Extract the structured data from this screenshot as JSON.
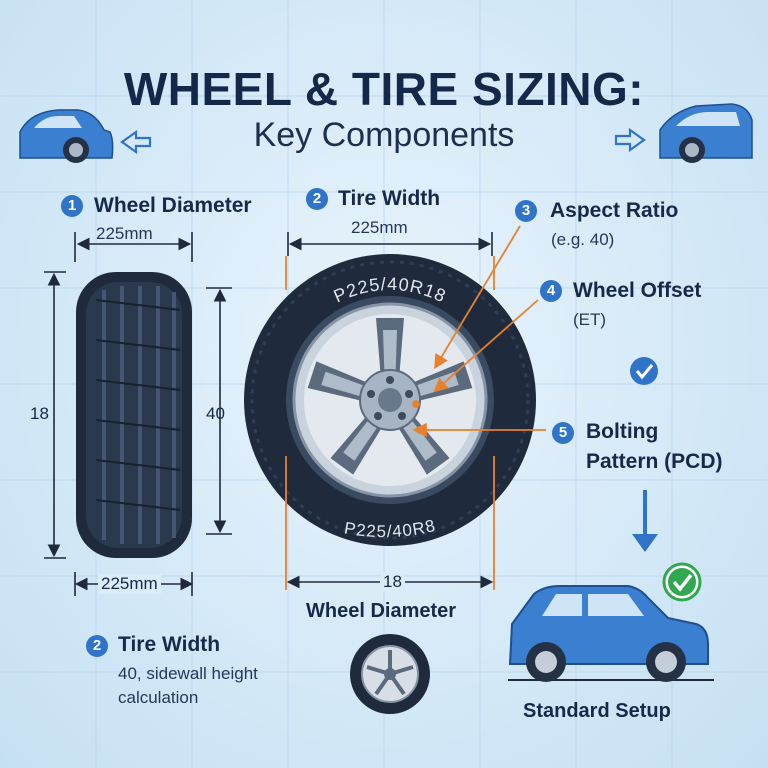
{
  "title": "WHEEL & TIRE SIZING:",
  "subtitle": "Key Components",
  "components": [
    {
      "num": "1",
      "label": "Wheel Diameter",
      "value": "225mm"
    },
    {
      "num": "2",
      "label": "Tire Width",
      "value": "225mm"
    },
    {
      "num": "3",
      "label": "Aspect Ratio",
      "value": "(e.g. 40)"
    },
    {
      "num": "4",
      "label": "Wheel Offset",
      "value": "(ET)"
    },
    {
      "num": "5",
      "label": "Bolting",
      "label2": "Pattern (PCD)"
    }
  ],
  "side_view": {
    "height_left": "18",
    "height_right": "40",
    "bottom_width": "225mm"
  },
  "tire_markings": {
    "top": "P225/40R18",
    "bottom": "P225/40R8"
  },
  "front_view": {
    "diameter_value": "18",
    "diameter_label": "Wheel Diameter"
  },
  "bottom_note": {
    "num": "2",
    "label": "Tire Width",
    "line1": "40, sidewall height",
    "line2": "calculation"
  },
  "car_caption": "Standard Setup",
  "colors": {
    "accent_blue": "#2f74c8",
    "orange": "#e8812c",
    "check_green": "#2fa84f",
    "car_blue": "#3a7fd0",
    "tire_dark": "#1f2b3c"
  }
}
